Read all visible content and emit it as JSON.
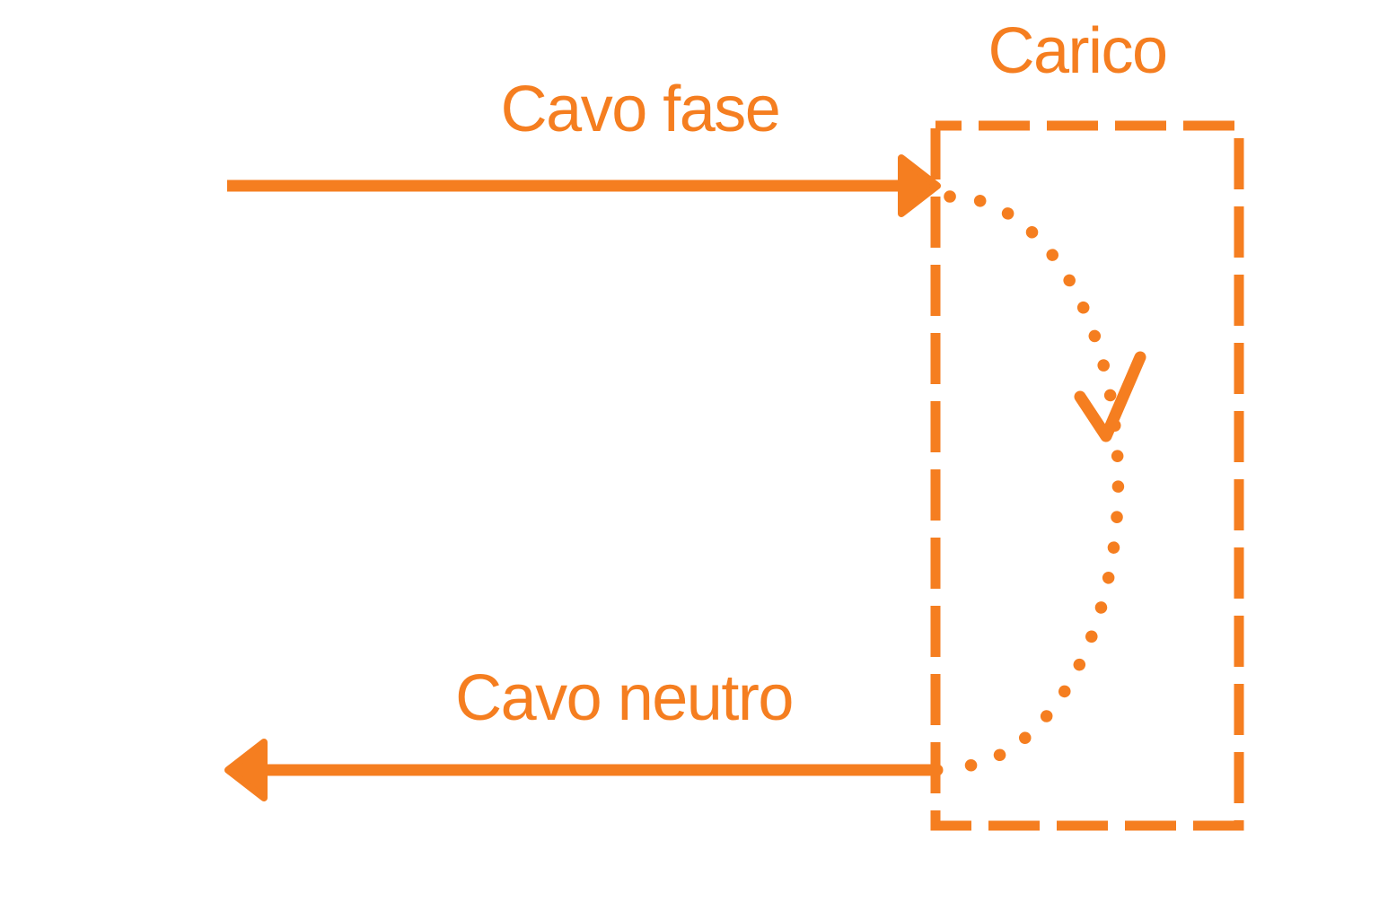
{
  "colors": {
    "accent": "#F57E20",
    "background": "#FFFFFF"
  },
  "diagram": {
    "load_label": "Carico",
    "phase_label": "Cavo fase",
    "neutral_label": "Cavo neutro",
    "description_semantics": {
      "phase_arrow": "current flows right along phase cable into load",
      "load_flow_arc": "dotted arc with arrowhead showing current passing through the load",
      "neutral_arrow": "current flows left out of load along neutral cable"
    }
  }
}
